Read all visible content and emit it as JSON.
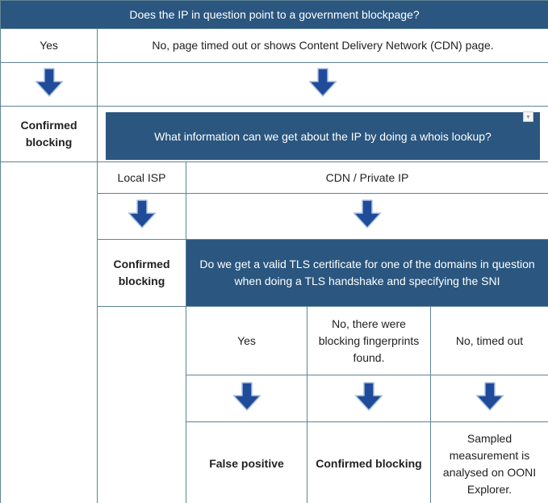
{
  "colors": {
    "header_bg": "#2a567f",
    "arrow_fill": "#1f4b99",
    "arrow_outline": "#aac2e2",
    "border": "#5f8494"
  },
  "icons": {
    "dropdown_glyph": "▼"
  },
  "flow": {
    "q1": {
      "question": "Does the IP in question point to a government blockpage?",
      "answer_yes": "Yes",
      "answer_no": "No, page timed out or shows Content Delivery Network (CDN) page."
    },
    "outcome_q1_yes": "Confirmed blocking",
    "q2": {
      "question": "What information can we get about the IP by doing a whois lookup?",
      "answer_local_isp": "Local ISP",
      "answer_cdn": "CDN / Private IP"
    },
    "outcome_q2_local_isp": "Confirmed blocking",
    "q3": {
      "question": "Do we get a valid TLS certificate for one of the domains in question when doing a TLS handshake and specifying the SNI",
      "answer_yes": "Yes",
      "answer_no_fingerprints": "No, there were blocking fingerprints found.",
      "answer_no_timeout": "No, timed out"
    },
    "outcome_q3_yes": "False positive",
    "outcome_q3_no_fingerprints": "Confirmed blocking",
    "outcome_q3_no_timeout": "Sampled measurement is analysed on OONI Explorer."
  }
}
